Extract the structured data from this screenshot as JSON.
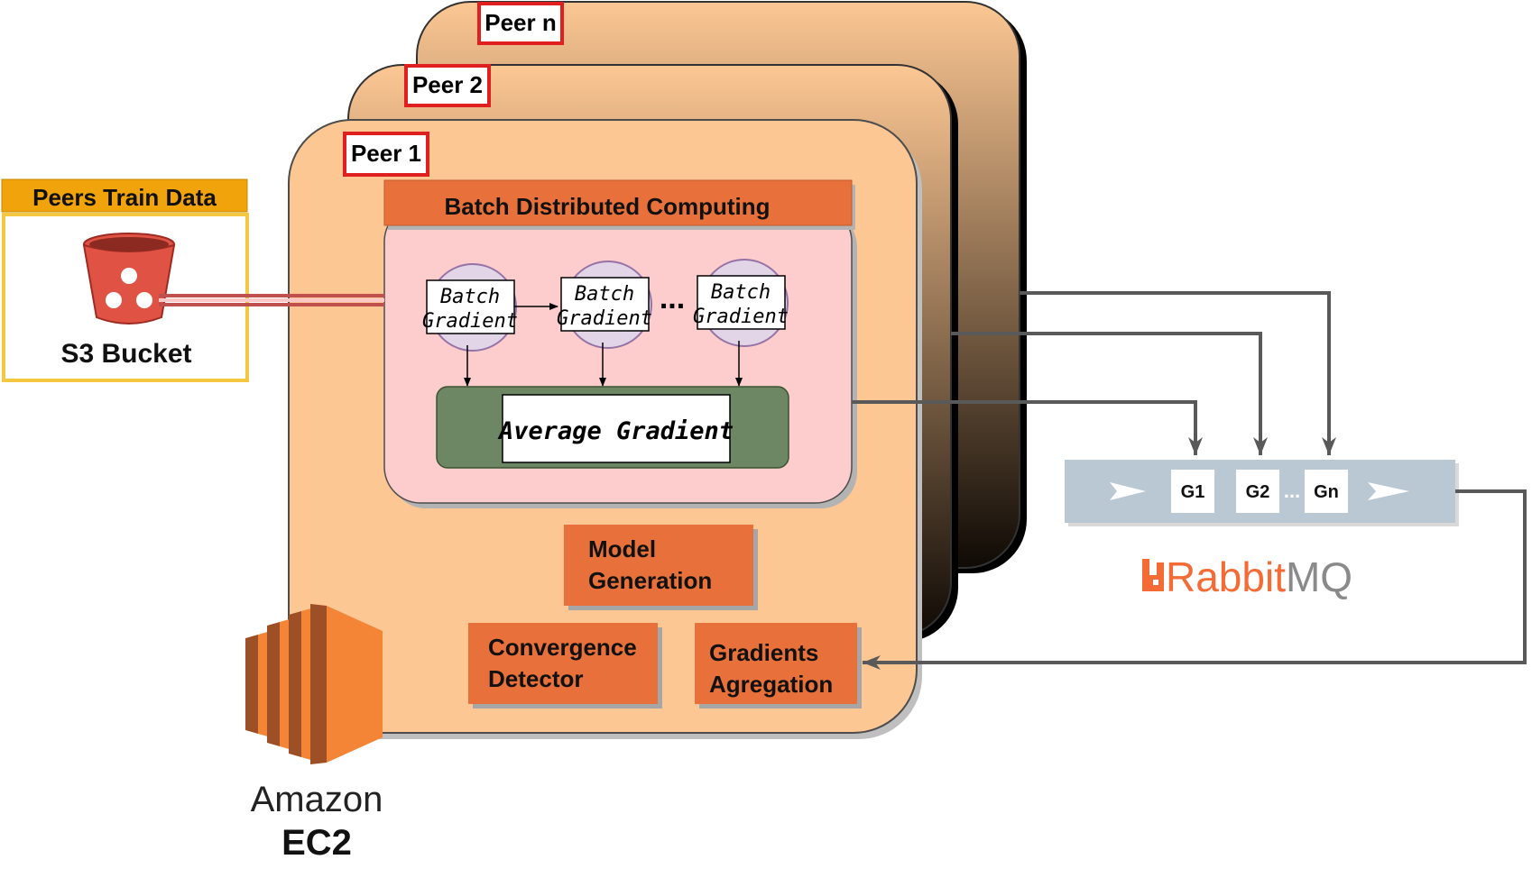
{
  "peers": {
    "peer_n": "Peer n",
    "peer_2": "Peer 2",
    "peer_1": "Peer 1"
  },
  "train_data": {
    "header": "Peers Train Data",
    "bucket_label": "S3 Bucket"
  },
  "batch_computing": {
    "title": "Batch Distributed Computing",
    "batch_line1": "Batch",
    "batch_line2": "Gradient",
    "ellipsis": "...",
    "average": "Average Gradient"
  },
  "modules": {
    "model_line1": "Model",
    "model_line2": "Generation",
    "convergence_line1": "Convergence",
    "convergence_line2": "Detector",
    "aggregation_line1": "Gradients",
    "aggregation_line2": "Agregation"
  },
  "queue": {
    "g1": "G1",
    "g2": "G2",
    "dots": "...",
    "gn": "Gn",
    "brand_part1": "Rabbit",
    "brand_part2": "MQ"
  },
  "ec2": {
    "line1": "Amazon",
    "line2": "EC2"
  },
  "colors": {
    "peer_fill": "#fcc793",
    "orange_header": "#e8703b",
    "pink_panel": "#fdcccc",
    "batch_circle": "#e1d5e7",
    "green_bar": "#6d8764",
    "train_header": "#f0a30a",
    "queue_fill": "#bac8d3",
    "rabbit_orange": "#f46b35",
    "ec2_orange": "#f58536"
  }
}
